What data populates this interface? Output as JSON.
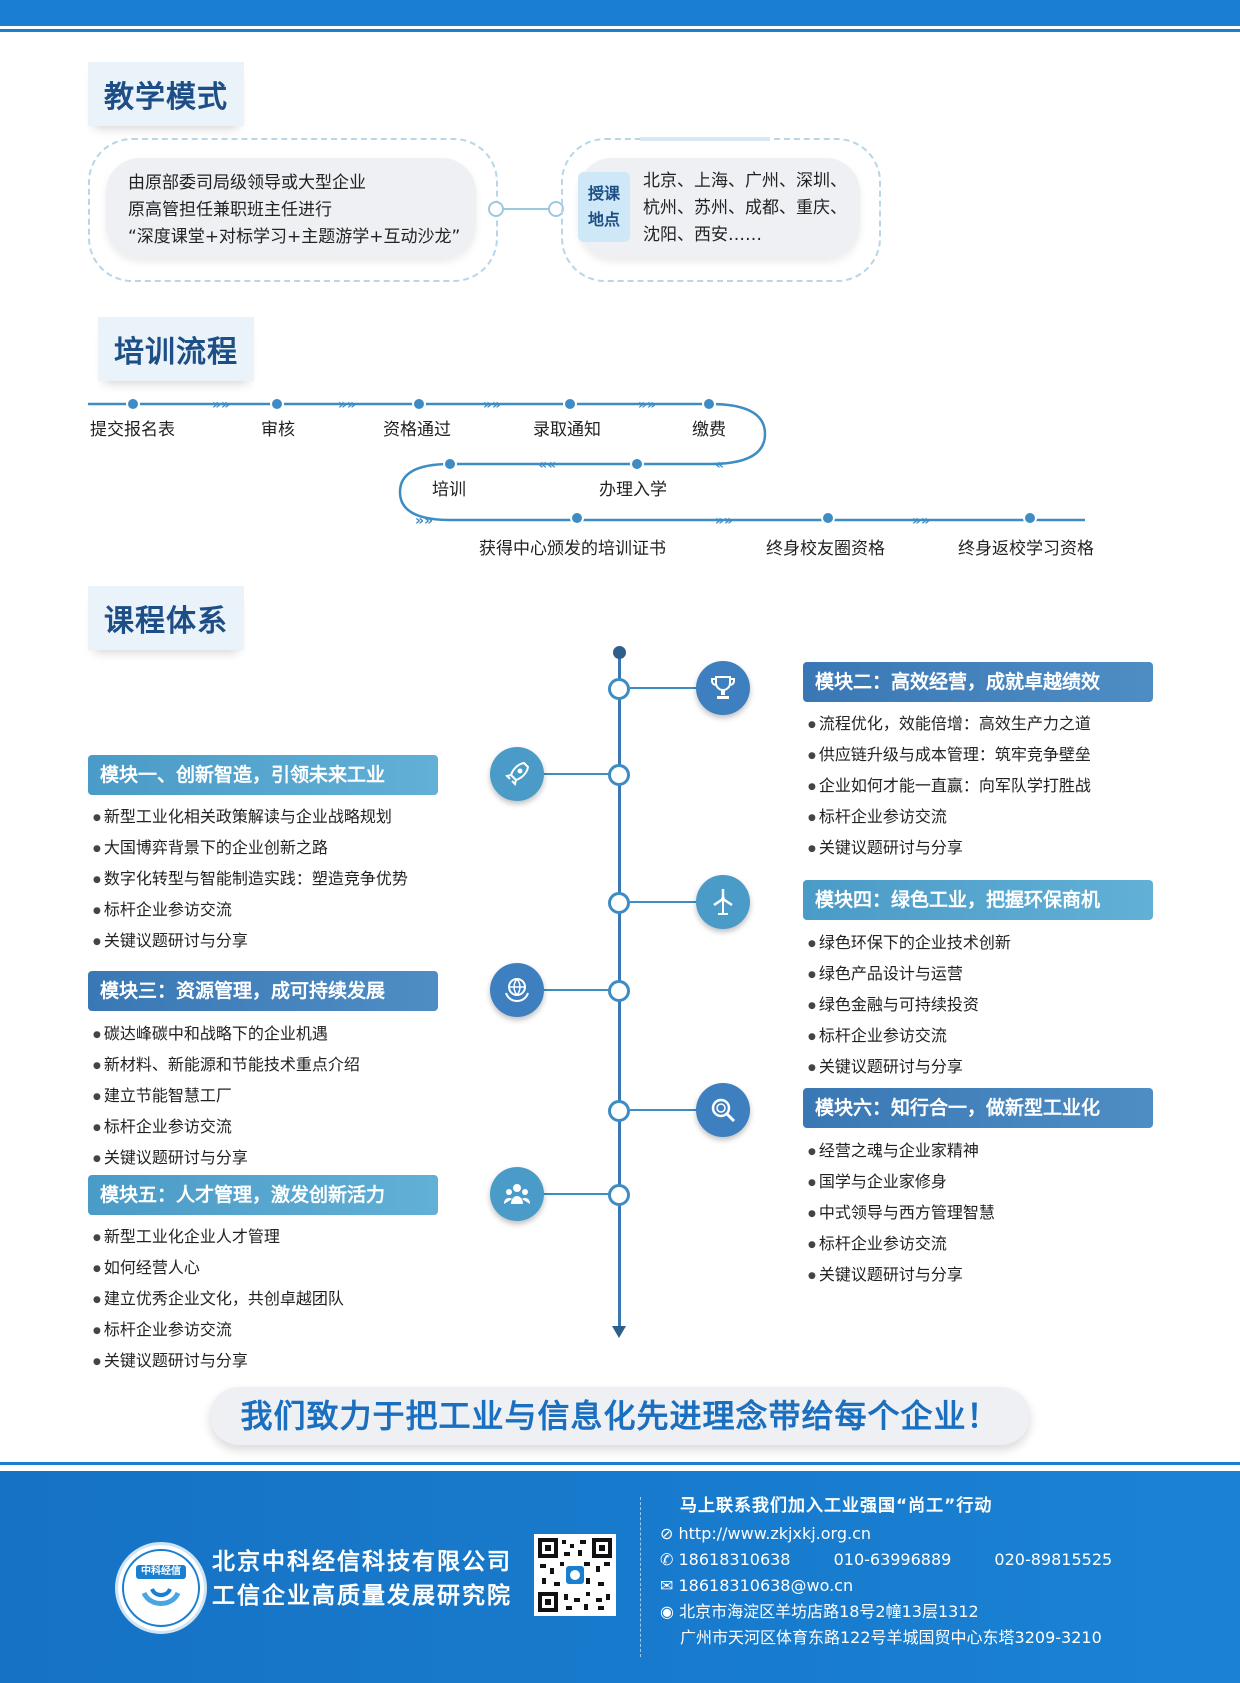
{
  "sections": {
    "teaching": "教学模式",
    "process": "培训流程",
    "curriculum": "课程体系"
  },
  "teaching": {
    "left_lines": [
      "由原部委司局级领导或大型企业",
      "原高管担任兼职班主任进行",
      "“深度课堂+对标学习+主题游学+互动沙龙”"
    ],
    "location_tag": [
      "授课",
      "地点"
    ],
    "location_lines": [
      "北京、上海、广州、深圳、",
      "杭州、苏州、成都、重庆、",
      "沈阳、西安……"
    ]
  },
  "process": {
    "steps": [
      "提交报名表",
      "审核",
      "资格通过",
      "录取通知",
      "缴费",
      "办理入学",
      "培训",
      "获得中心颁发的培训证书",
      "终身校友圈资格",
      "终身返校学习资格"
    ]
  },
  "modules": [
    {
      "title": "模块一、创新智造，引领未来工业",
      "items": [
        "新型工业化相关政策解读与企业战略规划",
        "大国博弈背景下的企业创新之路",
        "数字化转型与智能制造实践：塑造竞争优势",
        "标杆企业参访交流",
        "关键议题研讨与分享"
      ],
      "icon": "rocket-icon"
    },
    {
      "title": "模块二：高效经营，成就卓越绩效",
      "items": [
        "流程优化，效能倍增：高效生产力之道",
        "供应链升级与成本管理：筑牢竞争壁垒",
        "企业如何才能一直赢：向军队学打胜战",
        "标杆企业参访交流",
        "关键议题研讨与分享"
      ],
      "icon": "trophy-icon"
    },
    {
      "title": "模块三：资源管理，成可持续发展",
      "items": [
        "碳达峰碳中和战略下的企业机遇",
        "新材料、新能源和节能技术重点介绍",
        "建立节能智慧工厂",
        "标杆企业参访交流",
        "关键议题研讨与分享"
      ],
      "icon": "globe-hands-icon"
    },
    {
      "title": "模块四：绿色工业，把握环保商机",
      "items": [
        "绿色环保下的企业技术创新",
        "绿色产品设计与运营",
        "绿色金融与可持续投资",
        "标杆企业参访交流",
        "关键议题研讨与分享"
      ],
      "icon": "wind-turbine-icon"
    },
    {
      "title": "模块五：人才管理，激发创新活力",
      "items": [
        "新型工业化企业人才管理",
        "如何经营人心",
        "建立优秀企业文化，共创卓越团队",
        "标杆企业参访交流",
        "关键议题研讨与分享"
      ],
      "icon": "team-icon"
    },
    {
      "title": "模块六：知行合一，做新型工业化",
      "items": [
        "经营之魂与企业家精神",
        "国学与企业家修身",
        "中式领导与西方管理智慧",
        "标杆企业参访交流",
        "关键议题研讨与分享"
      ],
      "icon": "magnifier-icon"
    }
  ],
  "slogan": "我们致力于把工业与信息化先进理念带给每个企业！",
  "footer": {
    "logo_text": "中科经信",
    "company_lines": [
      "北京中科经信科技有限公司",
      "工信企业高质量发展研究院"
    ],
    "contact_title": "马上联系我们加入工业强国“尚工”行动",
    "website": "http://www.zkjxkj.org.cn",
    "phones": [
      "18618310638",
      "010-63996889",
      "020-89815525"
    ],
    "email": "18618310638@wo.cn",
    "addresses": [
      "北京市海淀区羊坊店路18号2幢13层1312",
      "广州市天河区体育东路122号羊城国贸中心东塔3209-3210"
    ]
  },
  "colors": {
    "brand_blue": "#1a7fd0",
    "module_dark": "#3a78b5",
    "module_light": "#4a9bc7",
    "title_text": "#1d4f86"
  }
}
